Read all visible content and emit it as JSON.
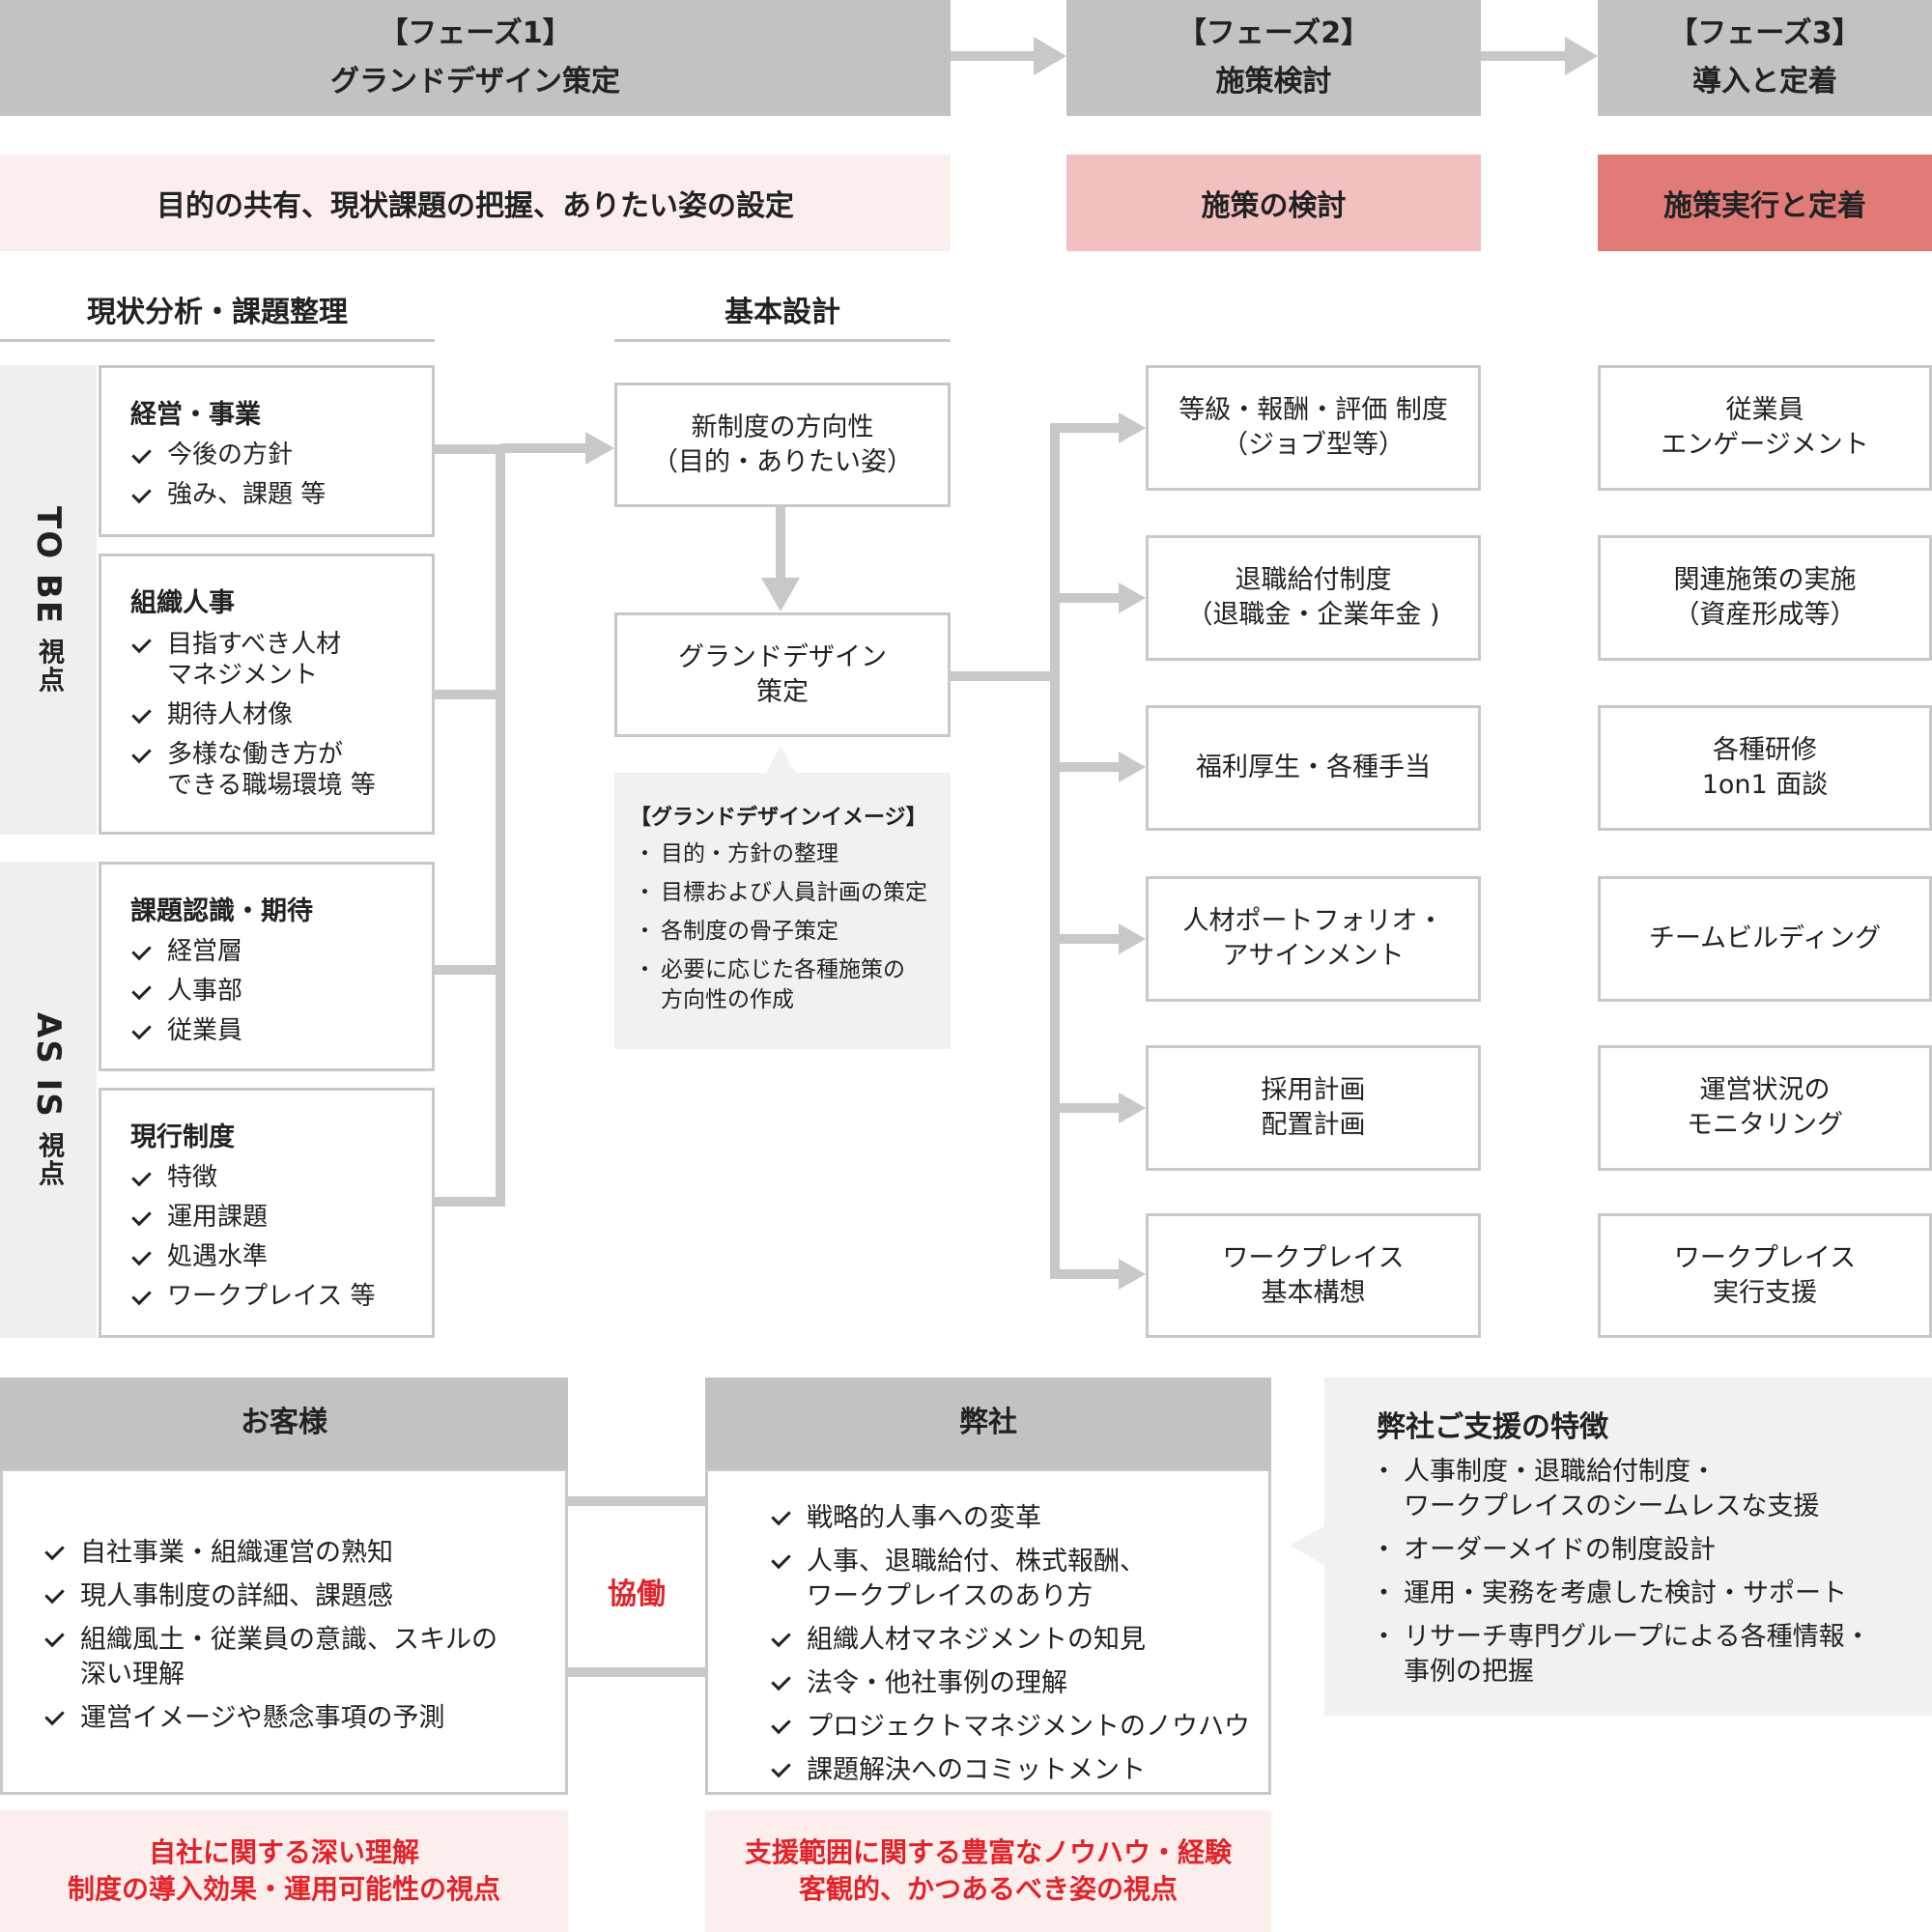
{
  "phases": [
    {
      "line1": "【フェーズ1】",
      "line2": "グランドデザイン策定"
    },
    {
      "line1": "【フェーズ2】",
      "line2": "施策検討"
    },
    {
      "line1": "【フェーズ3】",
      "line2": "導入と定着"
    }
  ],
  "bands": {
    "phase1": "目的の共有、現状課題の把握、ありたい姿の設定",
    "phase2": "施策の検討",
    "phase3": "施策実行と定着"
  },
  "colors": {
    "band1": "#fdeeee",
    "band2": "#f2c0c0",
    "band3": "#e07b78",
    "phase_bar": "#c2c2c2",
    "accent_red": "#e0242a"
  },
  "sections": {
    "analysis": "現状分析・課題整理",
    "design": "基本設計"
  },
  "side_labels": {
    "tobe_main": "TO BE",
    "tobe_sub": "視点",
    "asis_main": "AS IS",
    "asis_sub": "視点"
  },
  "groups": [
    {
      "title": "経営・事業",
      "items": [
        "今後の方針",
        "強み、課題 等"
      ]
    },
    {
      "title": "組織人事",
      "items": [
        "目指すべき人材\nマネジメント",
        "期待人材像",
        "多様な働き方が\nできる職場環境 等"
      ]
    },
    {
      "title": "課題認識・期待",
      "items": [
        "経営層",
        "人事部",
        "従業員"
      ]
    },
    {
      "title": "現行制度",
      "items": [
        "特徴",
        "運用課題",
        "処遇水準",
        "ワークプレイス 等"
      ]
    }
  ],
  "design": {
    "box1": [
      "新制度の方向性",
      "（目的・ありたい姿）"
    ],
    "box2": [
      "グランドデザイン",
      "策定"
    ],
    "image_title": "【グランドデザインイメージ】",
    "image_items": [
      "目的・方針の整理",
      "目標および人員計画の策定",
      "各制度の骨子策定",
      "必要に応じた各種施策の\n方向性の作成"
    ]
  },
  "phase2_items": [
    [
      "等級・報酬・評価 制度",
      "（ジョブ型等）"
    ],
    [
      "退職給付制度",
      "（退職金・企業年金 )"
    ],
    [
      "福利厚生・各種手当"
    ],
    [
      "人材ポートフォリオ・",
      "アサインメント"
    ],
    [
      "採用計画",
      "配置計画"
    ],
    [
      "ワークプレイス",
      "基本構想"
    ]
  ],
  "phase3_items": [
    [
      "従業員",
      "エンゲージメント"
    ],
    [
      "関連施策の実施",
      "（資産形成等）"
    ],
    [
      "各種研修",
      "1on1 面談"
    ],
    [
      "チームビルディング"
    ],
    [
      "運営状況の",
      "モニタリング"
    ],
    [
      "ワークプレイス",
      "実行支援"
    ]
  ],
  "customer": {
    "title": "お客様",
    "items": [
      "自社事業・組織運営の熟知",
      "現人事制度の詳細、課題感",
      "組織風土・従業員の意識、スキルの\n深い理解",
      "運営イメージや懸念事項の予測"
    ],
    "footer": [
      "自社に関する深い理解",
      "制度の導入効果・運用可能性の視点"
    ]
  },
  "collab": "協働",
  "company": {
    "title": "弊社",
    "items": [
      "戦略的人事への変革",
      " 人事、退職給付、株式報酬、\nワークプレイスのあり方",
      "組織人材マネジメントの知見",
      "法令・他社事例の理解",
      "プロジェクトマネジメントのノウハウ",
      "課題解決へのコミットメント"
    ],
    "footer": [
      "支援範囲に関する豊富なノウハウ・経験",
      "客観的、かつあるべき姿の視点"
    ]
  },
  "features": {
    "title": "弊社ご支援の特徴",
    "items": [
      "人事制度・退職給付制度・\nワークプレイスのシームレスな支援",
      "オーダーメイドの制度設計",
      "運用・実務を考慮した検討・サポート",
      "リサーチ専門グループによる各種情報・\n事例の把握"
    ]
  }
}
